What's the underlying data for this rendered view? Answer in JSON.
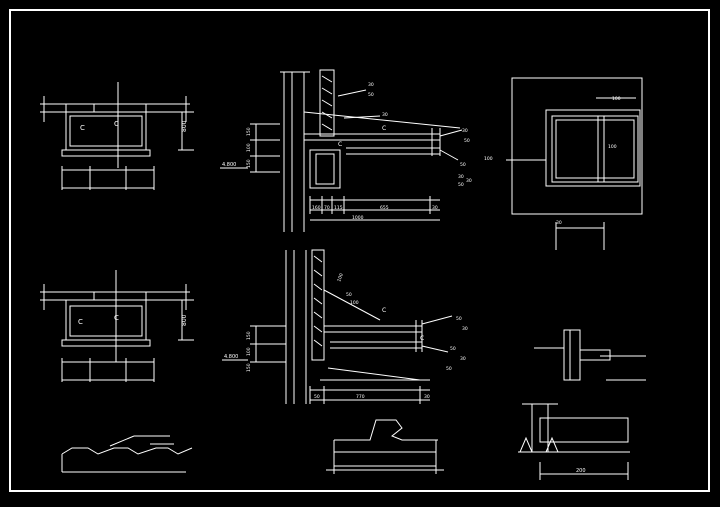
{
  "canvas": {
    "background": "#000000",
    "line_color": "#ffffff"
  },
  "drawing": {
    "plan_left_top": {
      "dim_height": "800",
      "mark": "C",
      "mark2": "C"
    },
    "plan_left_bottom": {
      "dim_height": "800",
      "mark": "C",
      "mark2": "C"
    },
    "section_top": {
      "level": "4.800",
      "dims_bottom": [
        "160",
        "70",
        "115",
        "655",
        "30"
      ],
      "dim_total": "1000",
      "dims_left": [
        "150",
        "100",
        "150"
      ],
      "notes": [
        "30",
        "50",
        "30",
        "30",
        "50",
        "50",
        "30",
        "50",
        "30"
      ],
      "mark": "C",
      "mark2": "C"
    },
    "section_bottom": {
      "level": "4.800",
      "dims_bottom": [
        "50",
        "770",
        "30"
      ],
      "dims_left": [
        "150",
        "100",
        "150"
      ],
      "notes": [
        "100",
        "50",
        "100",
        "50",
        "30",
        "50",
        "50",
        "30"
      ],
      "mark": "C",
      "mark2": "C"
    },
    "frame_detail": {
      "dims": [
        "100",
        "100",
        "100",
        "30"
      ]
    },
    "bracket_detail": {
      "dim": "200"
    }
  }
}
